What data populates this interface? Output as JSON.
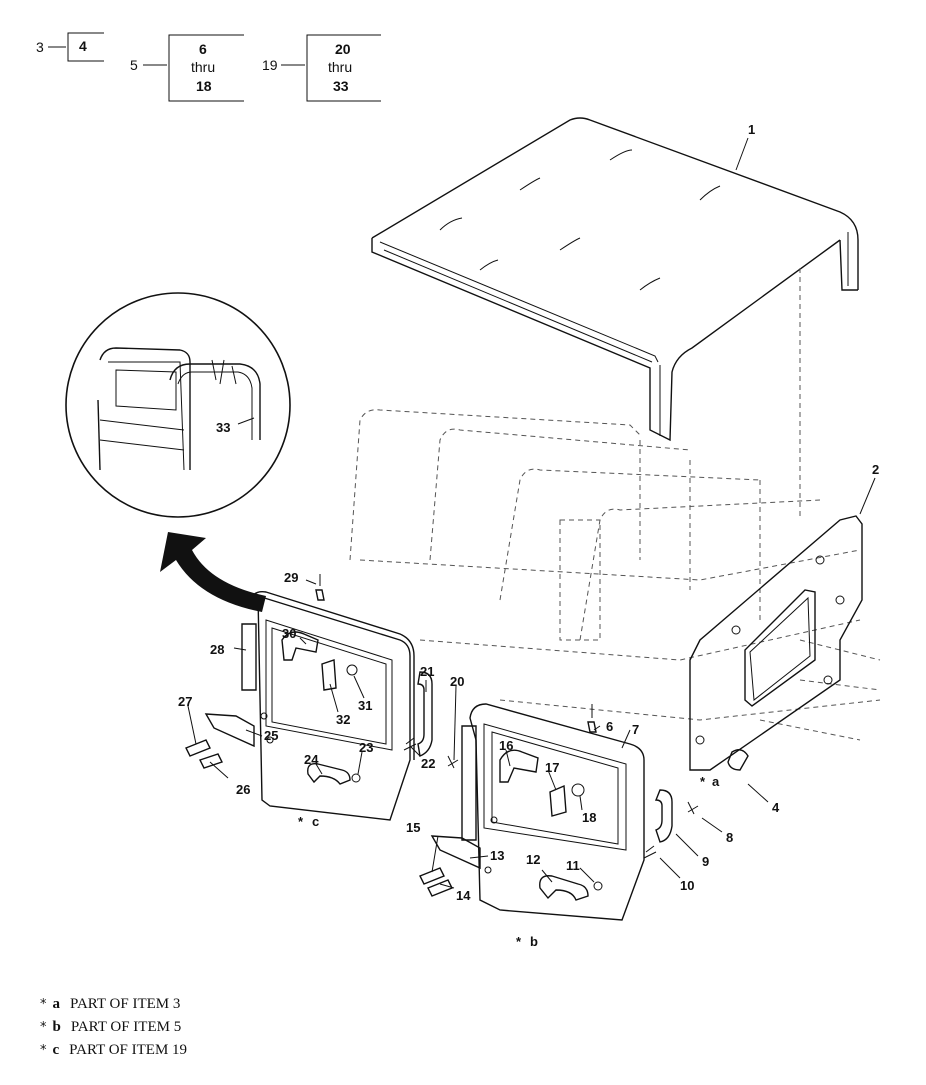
{
  "tree": {
    "row1_a": "3",
    "row1_b": "4",
    "row2_a": "5",
    "row2_b1": "6",
    "row2_b2": "thru",
    "row2_b3": "18",
    "row3_a": "19",
    "row3_b1": "20",
    "row3_b2": "thru",
    "row3_b3": "33"
  },
  "callouts": {
    "c1": "1",
    "c2": "2",
    "c4": "4",
    "c6": "6",
    "c7": "7",
    "c8": "8",
    "c9": "9",
    "c10": "10",
    "c11": "11",
    "c12": "12",
    "c13": "13",
    "c14": "14",
    "c15": "15",
    "c16": "16",
    "c17": "17",
    "c18": "18",
    "c20": "20",
    "c21": "21",
    "c22": "22",
    "c23": "23",
    "c24": "24",
    "c25": "25",
    "c26": "26",
    "c27": "27",
    "c28": "28",
    "c29": "29",
    "c30": "30",
    "c31": "31",
    "c32": "32",
    "c33": "33",
    "ma": "a",
    "mb": "b",
    "mc": "c",
    "star": "*"
  },
  "notes": [
    {
      "key": "a",
      "text": "PART OF ITEM  3"
    },
    {
      "key": "b",
      "text": "PART OF ITEM  5"
    },
    {
      "key": "c",
      "text": "PART OF ITEM  19"
    }
  ]
}
